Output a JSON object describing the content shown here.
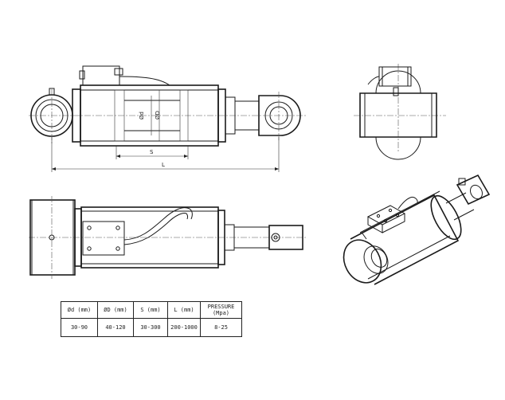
{
  "dimensions": {
    "rod_dia_label": "Ød",
    "bore_dia_label": "ØD",
    "stroke_label": "S",
    "length_label": "L"
  },
  "spec_table": {
    "headers": [
      "Ød (mm)",
      "ØD (mm)",
      "S (mm)",
      "L (mm)",
      "PRESSURE (Mpa)"
    ],
    "values": [
      "30-90",
      "40-120",
      "30-300",
      "200-1000",
      "8-25"
    ]
  }
}
